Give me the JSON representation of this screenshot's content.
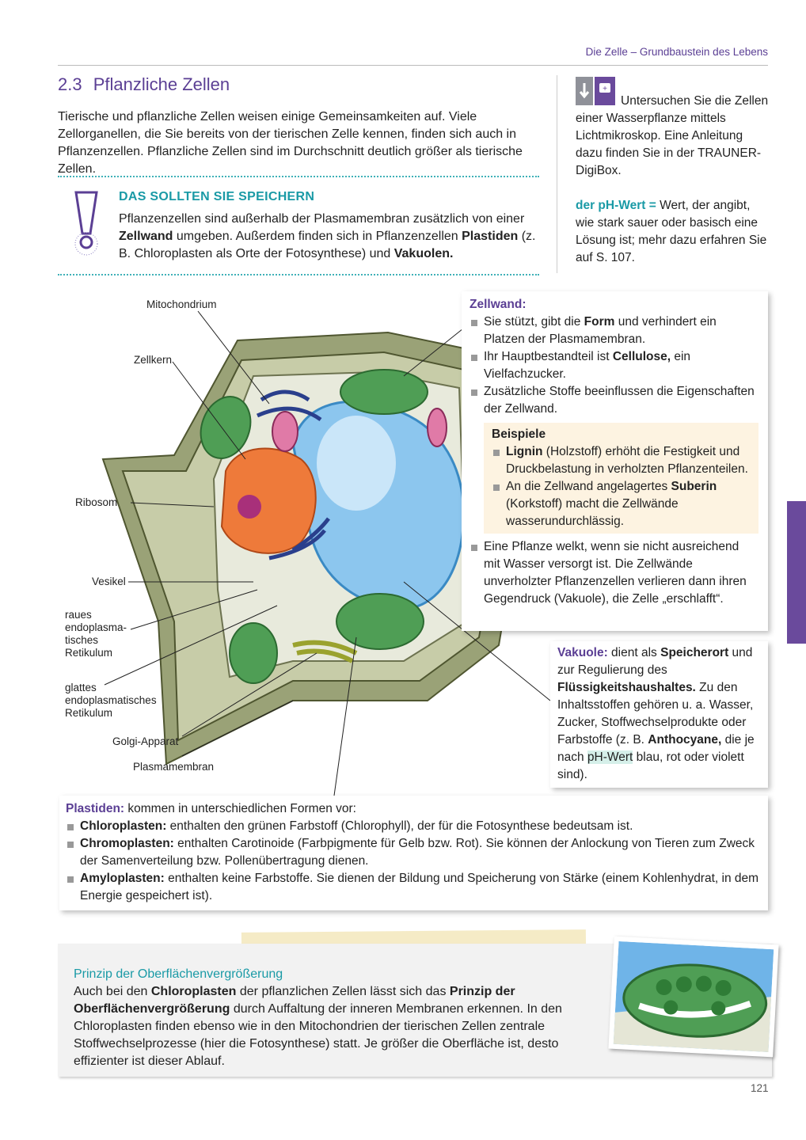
{
  "header": {
    "running_title": "Die Zelle – Grundbaustein des Lebens"
  },
  "section": {
    "number": "2.3",
    "title": "Pflanzliche Zellen"
  },
  "intro": [
    [
      "Tierische und pflanzliche Zellen weisen einige Gemeinsamkeiten auf. Viele Zellorganellen, die Sie bereits von der tierischen Zelle kennen, finden sich auch in Pflanzenzellen. Pflanzliche Zellen sind im Durchschnitt deutlich größer als tierische Zellen.",
      0
    ]
  ],
  "memo": {
    "heading": "DAS SOLLTEN SIE SPEICHERN",
    "text": [
      [
        "Pflanzenzellen sind außerhalb der Plasmamembran zusätzlich von einer ",
        0
      ],
      [
        "Zellwand",
        1
      ],
      [
        " umgeben. Außerdem finden sich in Pflanzenzellen ",
        0
      ],
      [
        "Plastiden",
        1
      ],
      [
        " (z. B. Chloroplasten als Orte der Fotosynthese) und ",
        0
      ],
      [
        "Vakuolen.",
        1
      ]
    ]
  },
  "sidebar": {
    "task": "Untersuchen Sie die Zellen einer Wasserpflanze mittels Lichtmikroskop. Eine Anleitung dazu finden Sie in der TRAUNER-DigiBox.",
    "term": "der pH-Wert =",
    "definition": "Wert, der angibt, wie stark sauer oder basisch eine Lösung ist; mehr dazu erfahren Sie auf S. 107."
  },
  "diagram_labels": {
    "mitochondrium": "Mitochondrium",
    "zellkern": "Zellkern",
    "ribosom": "Ribosom",
    "vesikel": "Vesikel",
    "raues_er": "raues endoplasma-tisches Retikulum",
    "glattes_er": "glattes endoplasmatisches Retikulum",
    "golgi": "Golgi-Apparat",
    "plasmamembran": "Plasmamembran"
  },
  "zellwand": {
    "title": "Zellwand:",
    "items": [
      [
        [
          "Sie stützt, gibt die ",
          0
        ],
        [
          "Form",
          1
        ],
        [
          " und verhindert ein Platzen der Plasmamembran.",
          0
        ]
      ],
      [
        [
          "Ihr Hauptbestandteil ist ",
          0
        ],
        [
          "Cellulose,",
          1
        ],
        [
          " ein Vielfachzucker.",
          0
        ]
      ],
      [
        [
          "Zusätzliche Stoffe beeinflussen die Eigenschaften der Zellwand.",
          0
        ]
      ]
    ],
    "examples_title": "Beispiele",
    "examples": [
      [
        [
          "Lignin",
          1
        ],
        [
          " (Holzstoff) erhöht die Festigkeit und Druckbelastung in verholzten Pflanzenteilen.",
          0
        ]
      ],
      [
        [
          "An die Zellwand angelagertes ",
          0
        ],
        [
          "Suberin",
          1
        ],
        [
          " (Korkstoff) macht die Zellwände wasserundurchlässig.",
          0
        ]
      ]
    ],
    "last": [
      [
        [
          "Eine Pflanze welkt, wenn sie nicht ausreichend mit Wasser versorgt ist. Die Zellwände unverholzter Pflanzenzellen verlieren dann ihren Gegendruck (Vakuole), die Zelle „erschlafft“.",
          0
        ]
      ]
    ]
  },
  "vakuole": {
    "title": "Vakuole:",
    "text": [
      [
        " dient als ",
        0
      ],
      [
        "Speicherort",
        1
      ],
      [
        " und zur Regulierung des ",
        0
      ],
      [
        "Flüssigkeitshaushaltes.",
        1
      ],
      [
        " Zu den Inhaltsstoffen gehören u. a. Wasser, Zucker, Stoffwechselprodukte oder Farbstoffe (z. B. ",
        0
      ],
      [
        "Anthocyane,",
        1
      ],
      [
        " die je nach ",
        0
      ],
      [
        "pH-Wert",
        2
      ],
      [
        " blau, rot oder violett sind).",
        0
      ]
    ]
  },
  "plastiden": {
    "title": "Plastiden:",
    "intro": " kommen in unterschiedlichen Formen vor:",
    "items": [
      [
        [
          "Chloroplasten:",
          1
        ],
        [
          " enthalten den grünen Farbstoff (Chlorophyll), der für die Fotosynthese bedeutsam ist.",
          0
        ]
      ],
      [
        [
          "Chromoplasten:",
          1
        ],
        [
          " enthalten Carotinoide (Farbpigmente für Gelb bzw. Rot). Sie können der Anlockung von Tieren zum Zweck der Samenverteilung bzw. Pollenübertragung dienen.",
          0
        ]
      ],
      [
        [
          "Amyloplasten:",
          1
        ],
        [
          " enthalten keine Farbstoffe. Sie dienen der Bildung und Speicherung von Stärke (einem Kohlenhydrat, in dem Energie gespeichert ist).",
          0
        ]
      ]
    ]
  },
  "principle": {
    "title": "Prinzip der Oberflächenvergrößerung",
    "text": [
      [
        "Auch bei den ",
        0
      ],
      [
        "Chloroplasten",
        1
      ],
      [
        " der pflanzlichen Zellen lässt sich das ",
        0
      ],
      [
        "Prinzip der Oberflächenvergrößerung",
        1
      ],
      [
        " durch Auffaltung der inneren Membranen erkennen. In den Chloroplasten finden ebenso wie in den Mitochondrien der tierischen Zellen zentrale Stoffwechselprozesse (hier die Fotosynthese) statt. Je größer die Oberfläche ist, desto effizienter ist dieser Ablauf.",
        0
      ]
    ]
  },
  "page_number": "121",
  "colors": {
    "purple": "#5b3f94",
    "teal": "#1a9aa6",
    "tab": "#6a4a9c"
  }
}
